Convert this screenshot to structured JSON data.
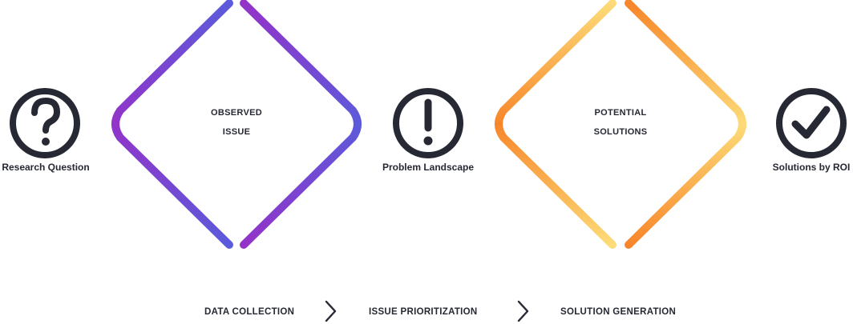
{
  "nodes": {
    "research": {
      "label": "Research Question",
      "icon": "question-icon"
    },
    "problem": {
      "label": "Problem Landscape",
      "icon": "exclamation-icon"
    },
    "solutions": {
      "label": "Solutions by ROI",
      "icon": "check-icon"
    }
  },
  "diamonds": {
    "observed": {
      "line1": "OBSERVED",
      "line2": "ISSUE",
      "gradient": [
        "#5B5BDB",
        "#9333C8"
      ]
    },
    "potential": {
      "line1": "POTENTIAL",
      "line2": "SOLUTIONS",
      "gradient": [
        "#FDDB78",
        "#F7862A"
      ]
    }
  },
  "steps": [
    "DATA COLLECTION",
    "ISSUE PRIORITIZATION",
    "SOLUTION GENERATION"
  ],
  "colors": {
    "dark": "#262833"
  }
}
